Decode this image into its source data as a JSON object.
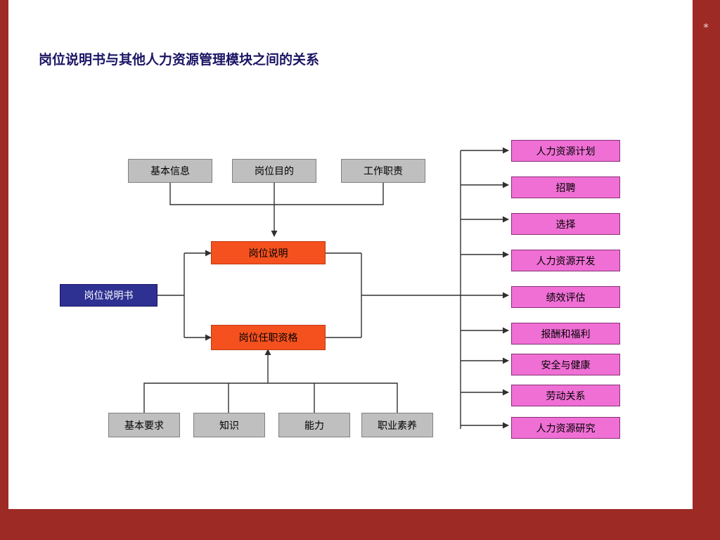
{
  "page": {
    "title": "岗位说明书与其他人力资源管理模块之间的关系",
    "asterisk": "*",
    "colors": {
      "frame": "#9e2a26",
      "title_text": "#1b1464",
      "gray_box": "#bfbfbf",
      "orange_box": "#f4511e",
      "pink_box": "#ef6fd4",
      "navy_box": "#2e3192",
      "connector": "#404040"
    }
  },
  "diagram": {
    "root": {
      "label": "岗位说明书"
    },
    "top_inputs": [
      {
        "label": "基本信息"
      },
      {
        "label": "岗位目的"
      },
      {
        "label": "工作职责"
      }
    ],
    "center_nodes": [
      {
        "label": "岗位说明"
      },
      {
        "label": "岗位任职资格"
      }
    ],
    "bottom_inputs": [
      {
        "label": "基本要求"
      },
      {
        "label": "知识"
      },
      {
        "label": "能力"
      },
      {
        "label": "职业素养"
      }
    ],
    "modules": [
      {
        "label": "人力资源计划"
      },
      {
        "label": "招聘"
      },
      {
        "label": "选择"
      },
      {
        "label": "人力资源开发"
      },
      {
        "label": "绩效评估"
      },
      {
        "label": "报酬和福利"
      },
      {
        "label": "安全与健康"
      },
      {
        "label": "劳动关系"
      },
      {
        "label": "人力资源研究"
      }
    ]
  }
}
